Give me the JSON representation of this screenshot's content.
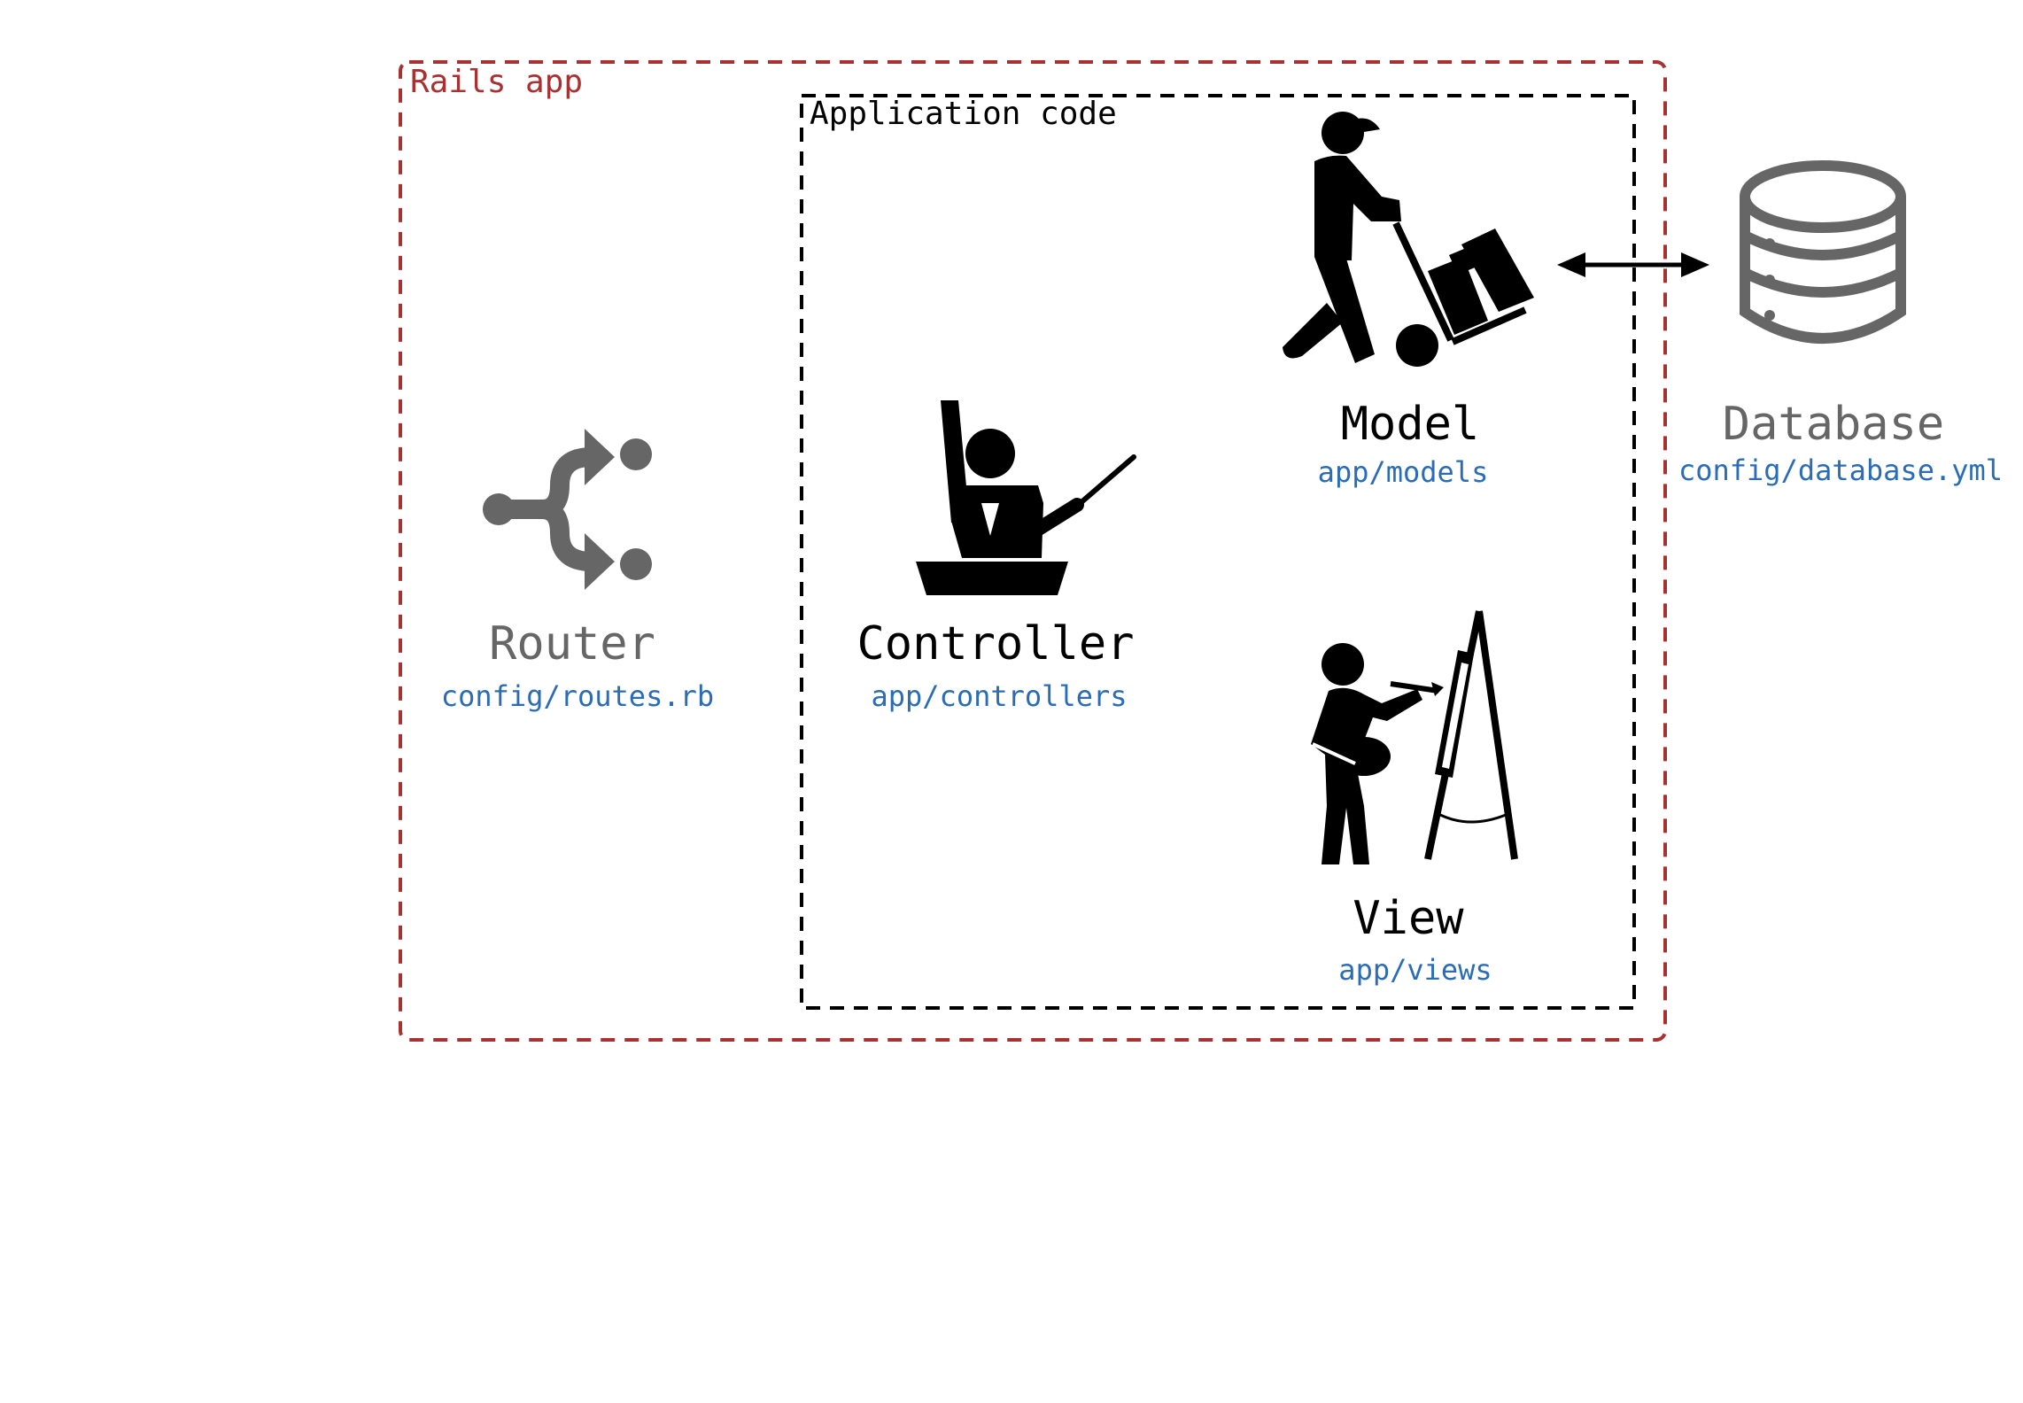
{
  "rails_app": {
    "label": "Rails app",
    "color": "#a83232"
  },
  "app_code": {
    "label": "Application code",
    "color": "#000000"
  },
  "router": {
    "title": "Router",
    "path": "config/routes.rb",
    "icon": "route-fork-icon",
    "color": "#666666"
  },
  "controller": {
    "title": "Controller",
    "path": "app/controllers",
    "icon": "presenter-pointer-icon",
    "color": "#000000"
  },
  "model": {
    "title": "Model",
    "path": "app/models",
    "icon": "hand-truck-worker-icon",
    "color": "#000000"
  },
  "view": {
    "title": "View",
    "path": "app/views",
    "icon": "painter-easel-icon",
    "color": "#000000"
  },
  "database": {
    "title": "Database",
    "path": "config/database.yml",
    "icon": "database-cylinder-icon",
    "color": "#666666"
  },
  "path_color": "#2a6cb5",
  "connector": {
    "type": "double-arrow",
    "from": "Model",
    "to": "Database"
  }
}
